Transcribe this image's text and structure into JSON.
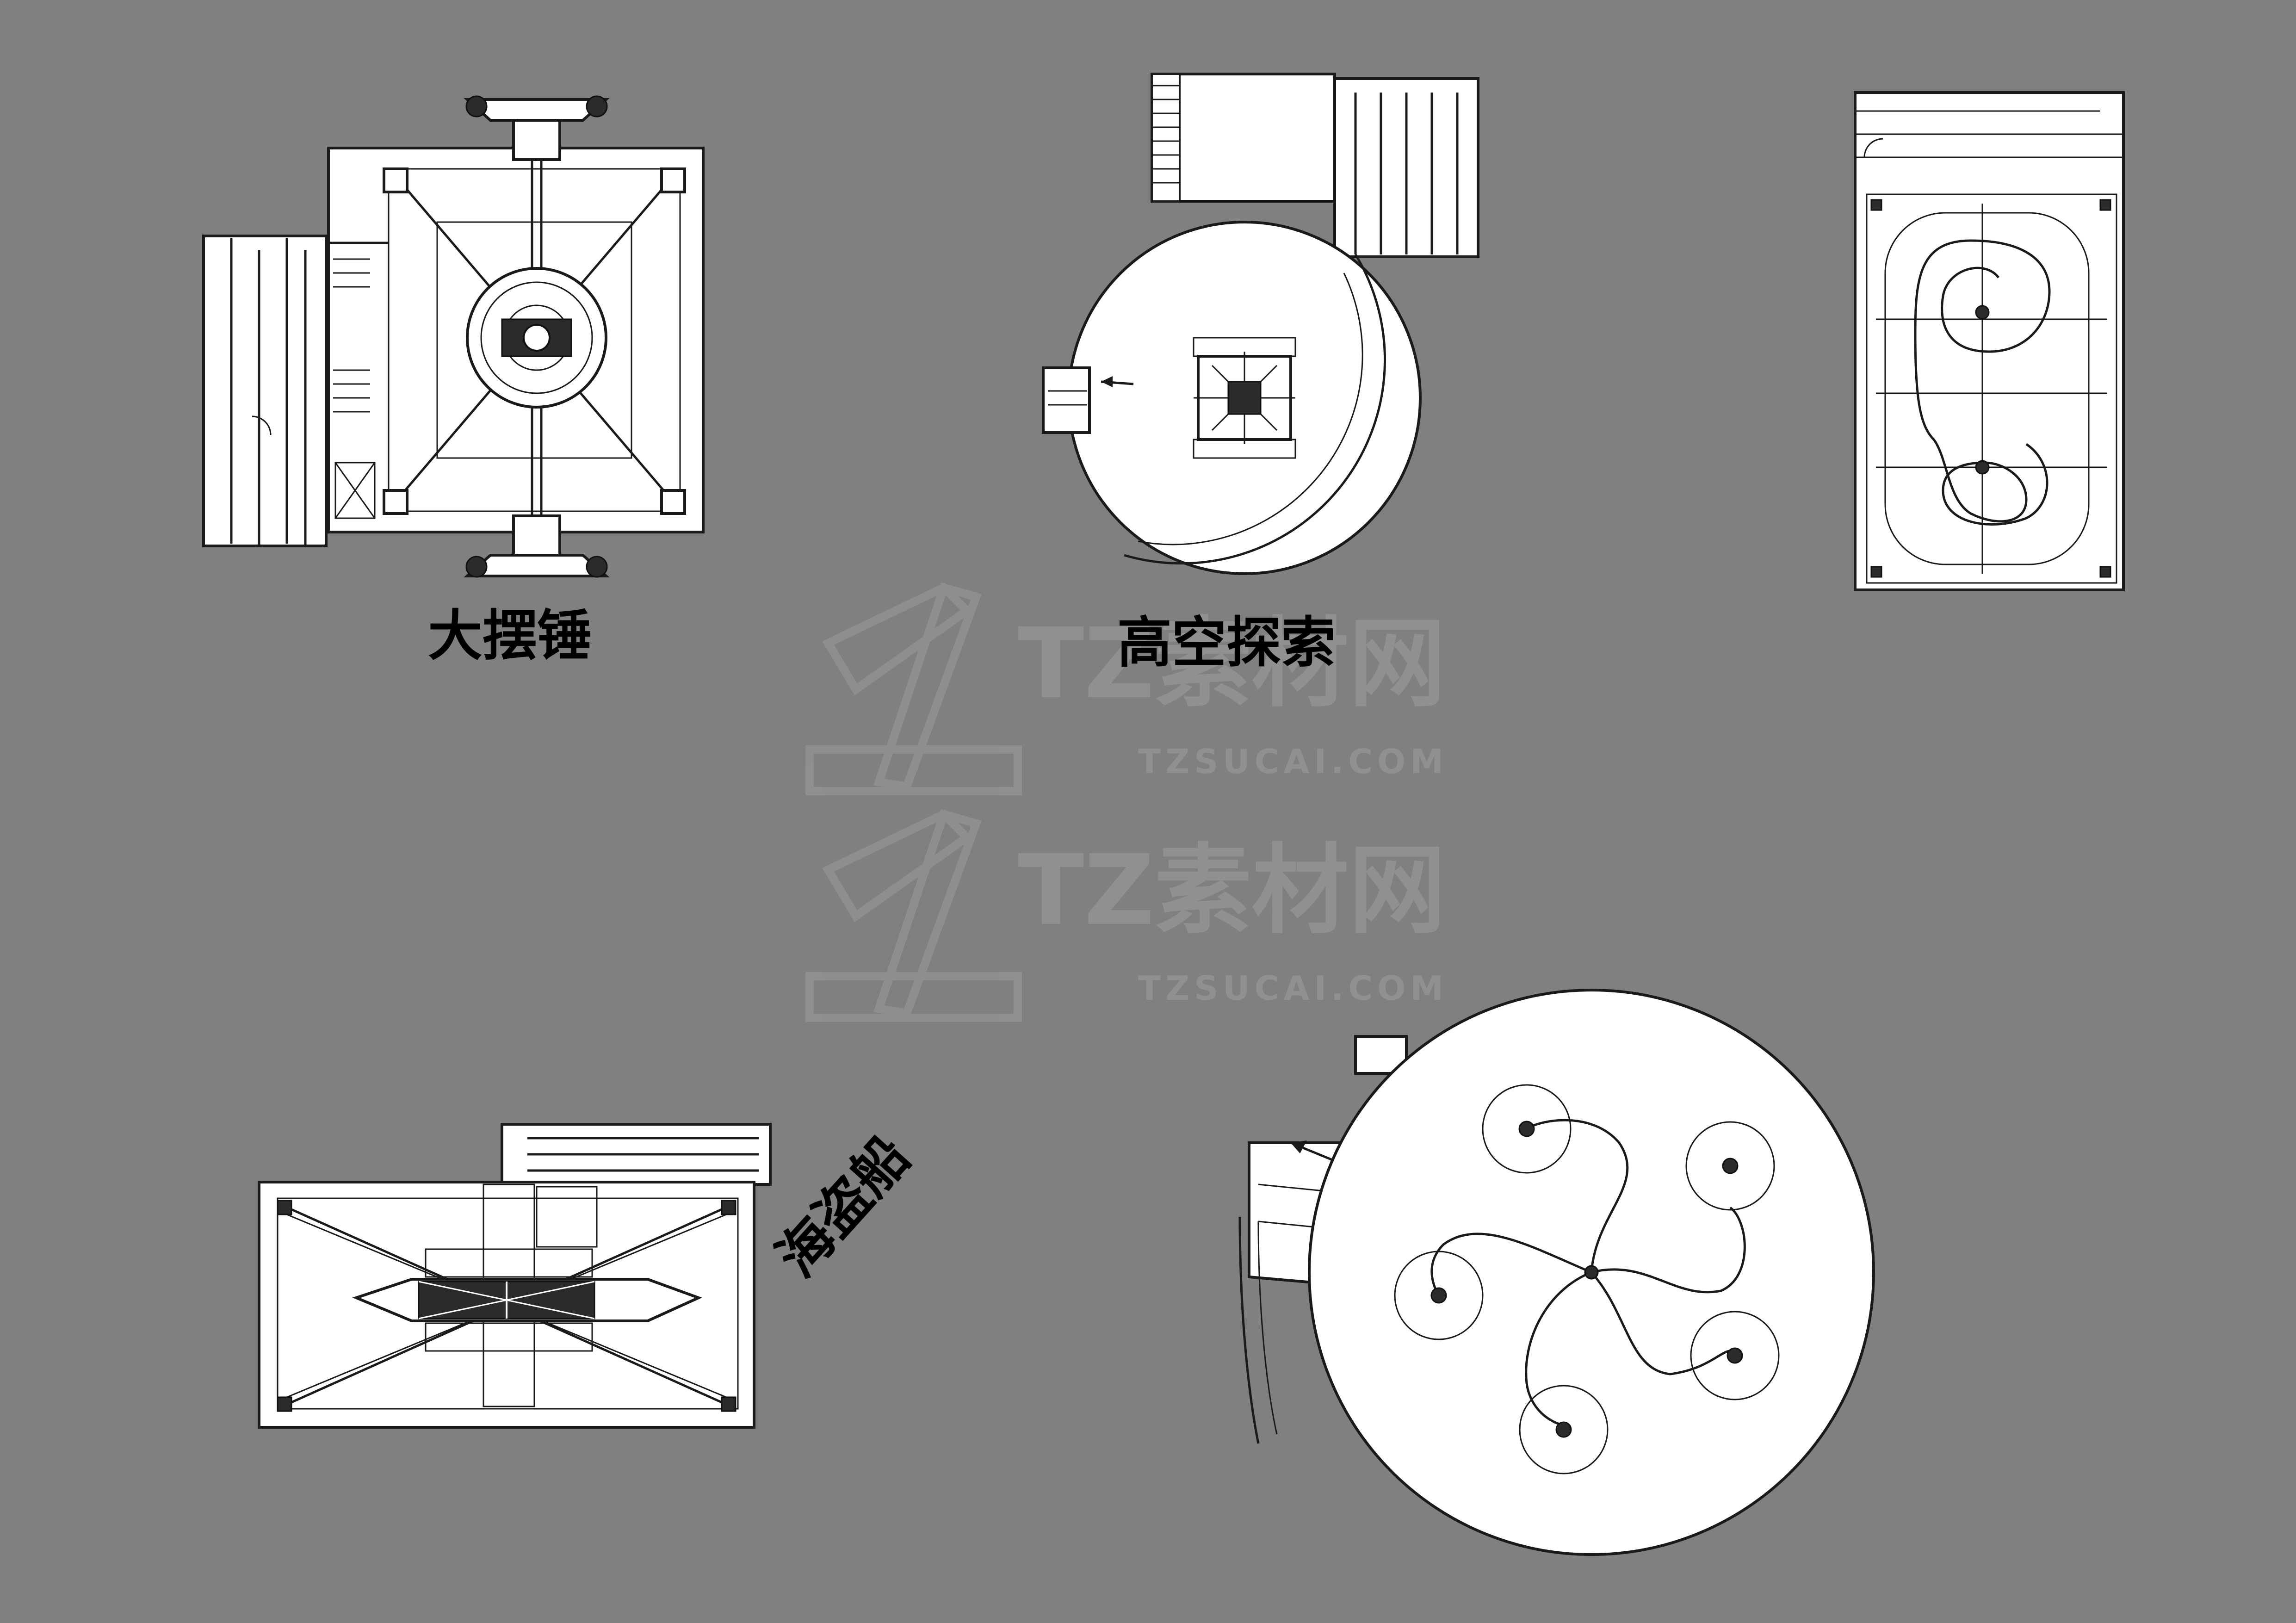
{
  "rides": [
    {
      "id": "pendulum",
      "label": "大摆锤"
    },
    {
      "id": "sky-explore",
      "label": "高空探索"
    },
    {
      "id": "pirate-ship",
      "label": "海盗船"
    }
  ],
  "watermark": {
    "brand": "TZ素材网",
    "url": "TZSUCAI.COM"
  },
  "colors": {
    "background": "#808080",
    "paper": "#ffffff",
    "ink": "#1a1a1a",
    "watermark": "#969696"
  }
}
